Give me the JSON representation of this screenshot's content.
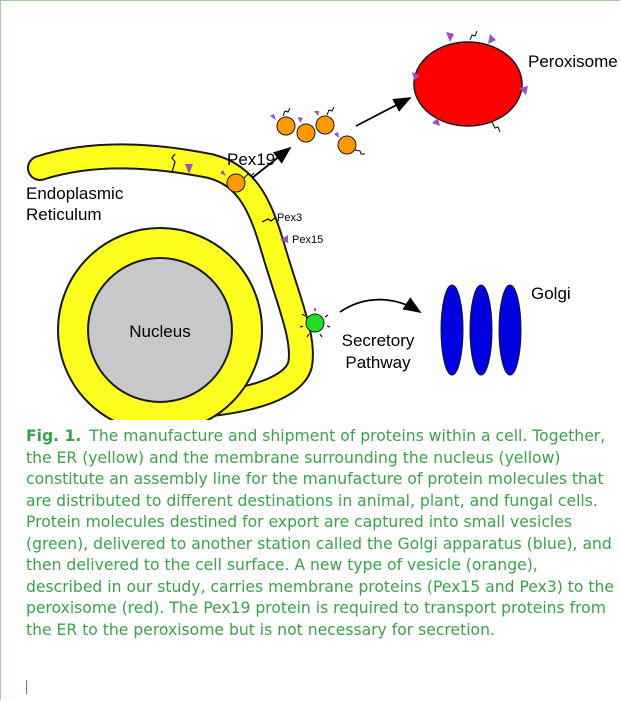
{
  "labels": {
    "peroxisome": "Peroxisome",
    "pex19": "Pex19",
    "er_line1": "Endoplasmic",
    "er_line2": "Reticulum",
    "pex3": "Pex3",
    "pex15": "Pex15",
    "nucleus": "Nucleus",
    "golgi": "Golgi",
    "secretory_line1": "Secretory",
    "secretory_line2": "Pathway"
  },
  "colors": {
    "er": "#ffff1f",
    "nucleus": "#c8c8c8",
    "peroxisome": "#ff0000",
    "golgi": "#0000e0",
    "vesicle_green": "#22dd22",
    "vesicle_orange": "#ff9900",
    "pex_marker": "#9955bb",
    "caption": "#3aa34a"
  },
  "caption": {
    "fig_label": "Fig. 1.",
    "text": "The manufacture and shipment of proteins within a cell. Together, the ER (yellow) and the membrane surrounding the nucleus (yellow) constitute an assembly line for the manufacture of protein molecules that are distributed to different destinations in animal, plant, and fungal cells. Protein molecules destined for export are captured into small vesicles (green), delivered to another station called the Golgi apparatus (blue), and then delivered to the cell surface. A new type of vesicle (orange), described in our study, carries membrane proteins (Pex15 and Pex3) to the peroxisome (red). The Pex19 protein is required to transport proteins from the ER to the peroxisome but is not necessary for secretion."
  }
}
